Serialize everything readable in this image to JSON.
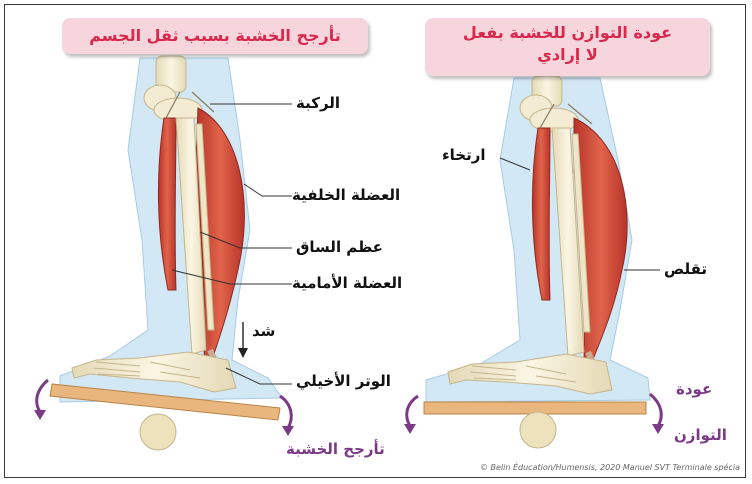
{
  "banners": {
    "left": "تأرجح الخشبة بسبب ثقل الجسم",
    "right_line1": "عودة التوازن للخشبة بفعل",
    "right_line2": "لا إرادي"
  },
  "labels": {
    "knee": "الركبة",
    "posterior_muscle": "العضلة الخلفية",
    "leg_bone": "عظم الساق",
    "anterior_muscle": "العضلة الأمامية",
    "pull": "شد",
    "achilles_tendon": "الوتر الأخيلي",
    "board_swing": "تأرجح الخشبة",
    "relaxation": "ارتخاء",
    "contraction": "تقلص",
    "return_balance_1": "عودة",
    "return_balance_2": "التوازن"
  },
  "credit": "© Belin Éducation/Humensis, 2020 Manuel SVT Terminale spécia",
  "colors": {
    "banner_bg": "#f7d5dc",
    "banner_text": "#d8284c",
    "arrow_purple": "#7a3a86",
    "muscle": "#d9533c",
    "bone": "#f1ead0",
    "skin": "#cfe4f3",
    "board": "#e9b77e"
  }
}
